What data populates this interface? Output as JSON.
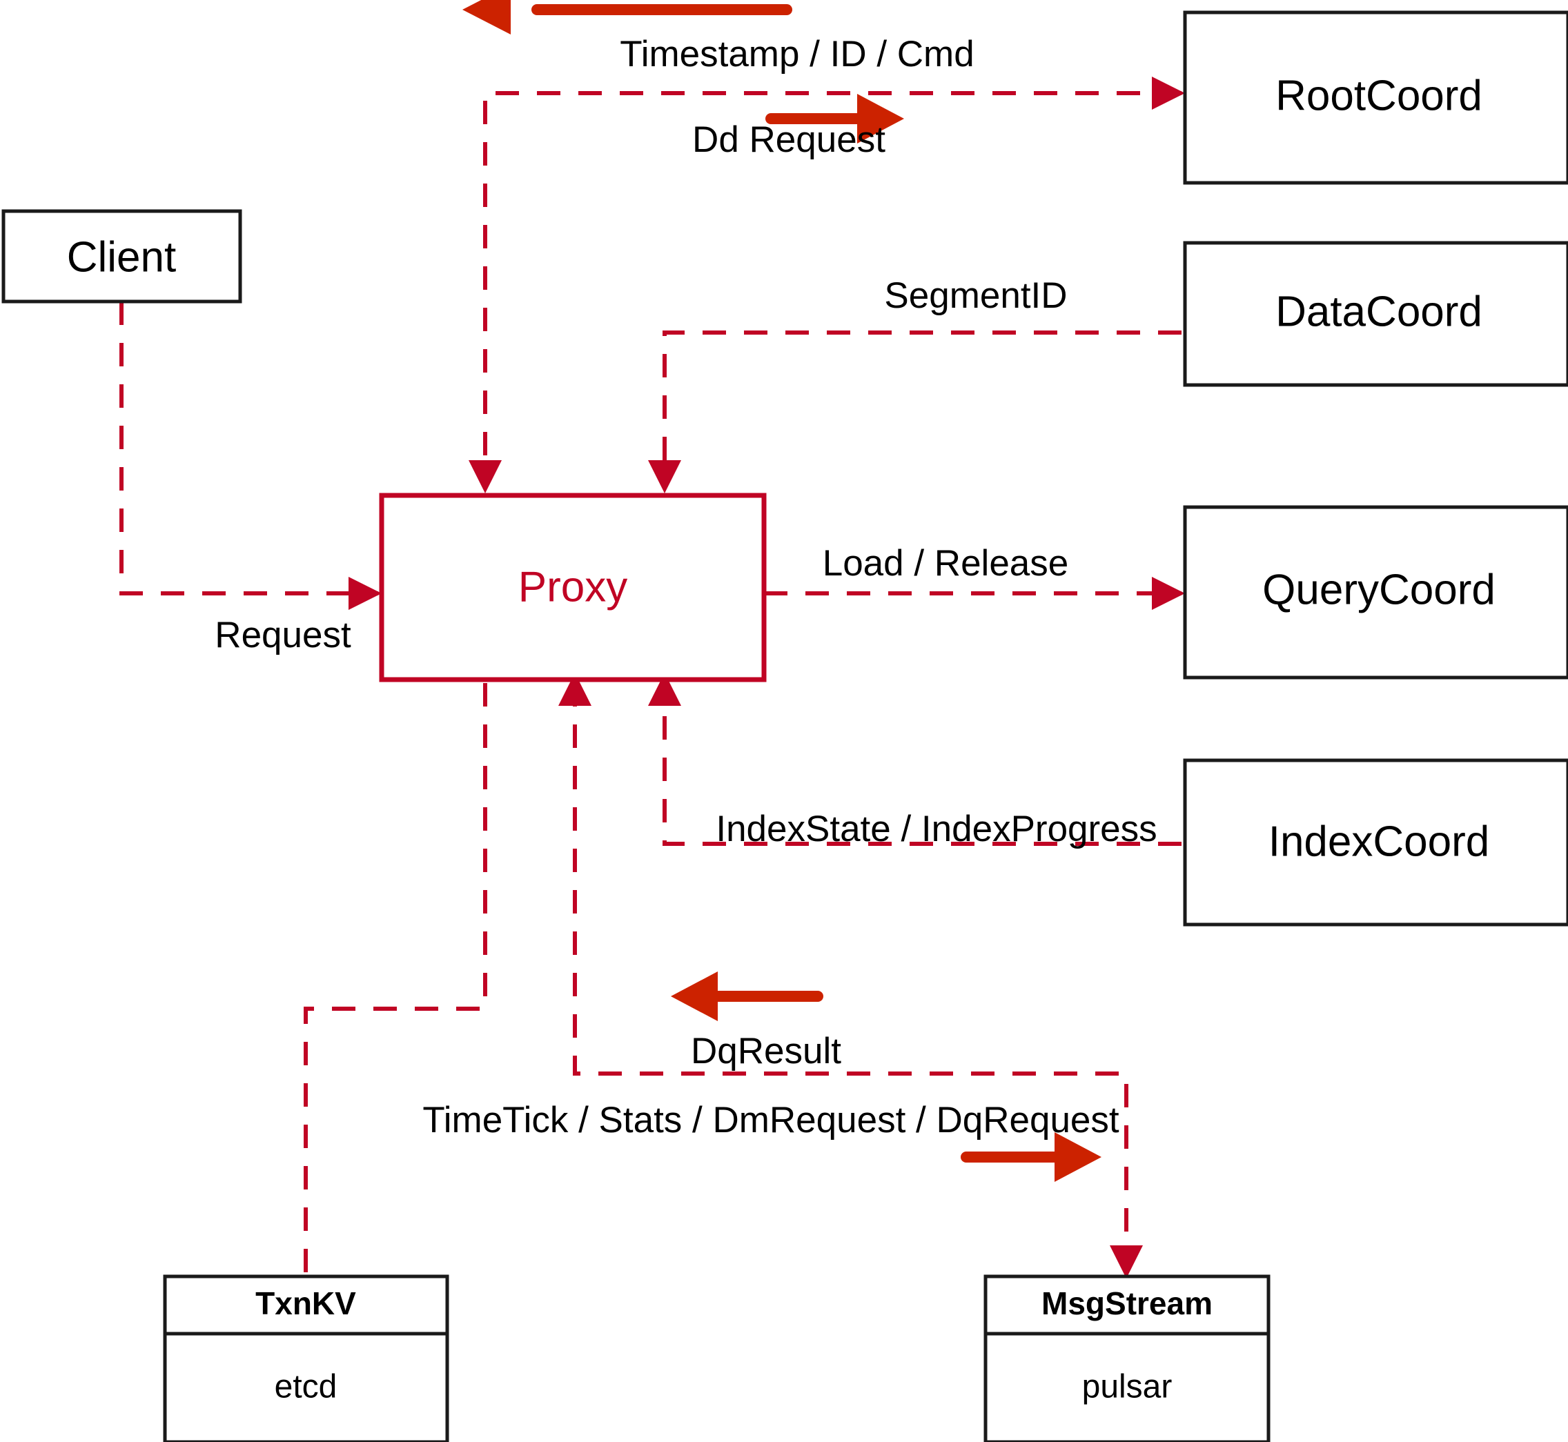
{
  "diagram": {
    "title": "Milvus Proxy Interaction Diagram",
    "accent_color": "#c00424",
    "arrow_color": "#cc2200",
    "box_color": "#1a1a1a",
    "background": "#ffffff"
  },
  "nodes": {
    "client": {
      "label": "Client"
    },
    "proxy": {
      "label": "Proxy"
    },
    "root_coord": {
      "label": "RootCoord"
    },
    "data_coord": {
      "label": "DataCoord"
    },
    "query_coord": {
      "label": "QueryCoord"
    },
    "index_coord": {
      "label": "IndexCoord"
    },
    "txnkv": {
      "title": "TxnKV",
      "impl": "etcd"
    },
    "msgstream": {
      "title": "MsgStream",
      "impl": "pulsar"
    }
  },
  "edges": {
    "timestamp_id_cmd": {
      "label": "Timestamp / ID / Cmd",
      "direction": "left"
    },
    "dd_request": {
      "label": "Dd Request",
      "direction": "right"
    },
    "segment_id": {
      "label": "SegmentID",
      "direction": "left"
    },
    "request": {
      "label": "Request",
      "direction": "right"
    },
    "load_release": {
      "label": "Load / Release",
      "direction": "right"
    },
    "index_state_progress": {
      "label": "IndexState / IndexProgress",
      "direction": "left"
    },
    "dq_result": {
      "label": "DqResult",
      "direction": "left"
    },
    "timetick_stats": {
      "label": "TimeTick / Stats / DmRequest / DqRequest",
      "direction": "right"
    }
  }
}
